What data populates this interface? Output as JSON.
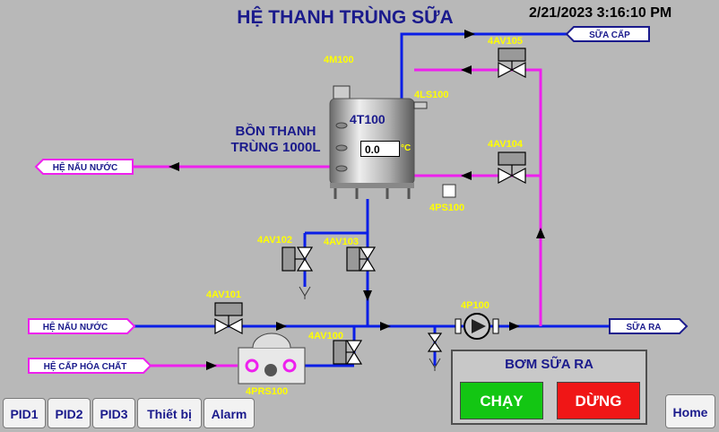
{
  "header": {
    "title": "HỆ THANH TRÙNG SỮA",
    "datetime": "2/21/2023 3:16:10 PM"
  },
  "tank": {
    "name_line1": "BỒN THANH",
    "name_line2": "TRÙNG 1000L",
    "id": "4T100",
    "temperature": "0.0",
    "unit": "°C"
  },
  "tags": {
    "motor": "4M100",
    "level": "4LS100",
    "ps": "4PS100",
    "v105": "4AV105",
    "v104": "4AV104",
    "v102": "4AV102",
    "v103": "4AV103",
    "v101": "4AV101",
    "v100": "4AV100",
    "pump": "4P100",
    "prs": "4PRS100"
  },
  "pipes": {
    "milk_in": "SỮA CẤP",
    "cooker_out": "HỆ NẤU NƯỚC",
    "cooker_in": "HỆ NẤU NƯỚC",
    "chemical_in": "HỆ CẤP HÓA CHẤT",
    "milk_out": "SỮA RA"
  },
  "pump_panel": {
    "title": "BƠM SỮA RA",
    "run": "CHẠY",
    "stop": "DỪNG"
  },
  "nav": {
    "pid1": "PID1",
    "pid2": "PID2",
    "pid3": "PID3",
    "equipment": "Thiết bị",
    "alarm": "Alarm",
    "home": "Home"
  },
  "colors": {
    "background": "#b8b8b8",
    "pipe_blue": "#0a1ee6",
    "pipe_magenta": "#ee20ee",
    "tag_yellow": "#ffff00",
    "title_navy": "#1a1a8c",
    "run_green": "#13c613",
    "stop_red": "#f01616"
  }
}
